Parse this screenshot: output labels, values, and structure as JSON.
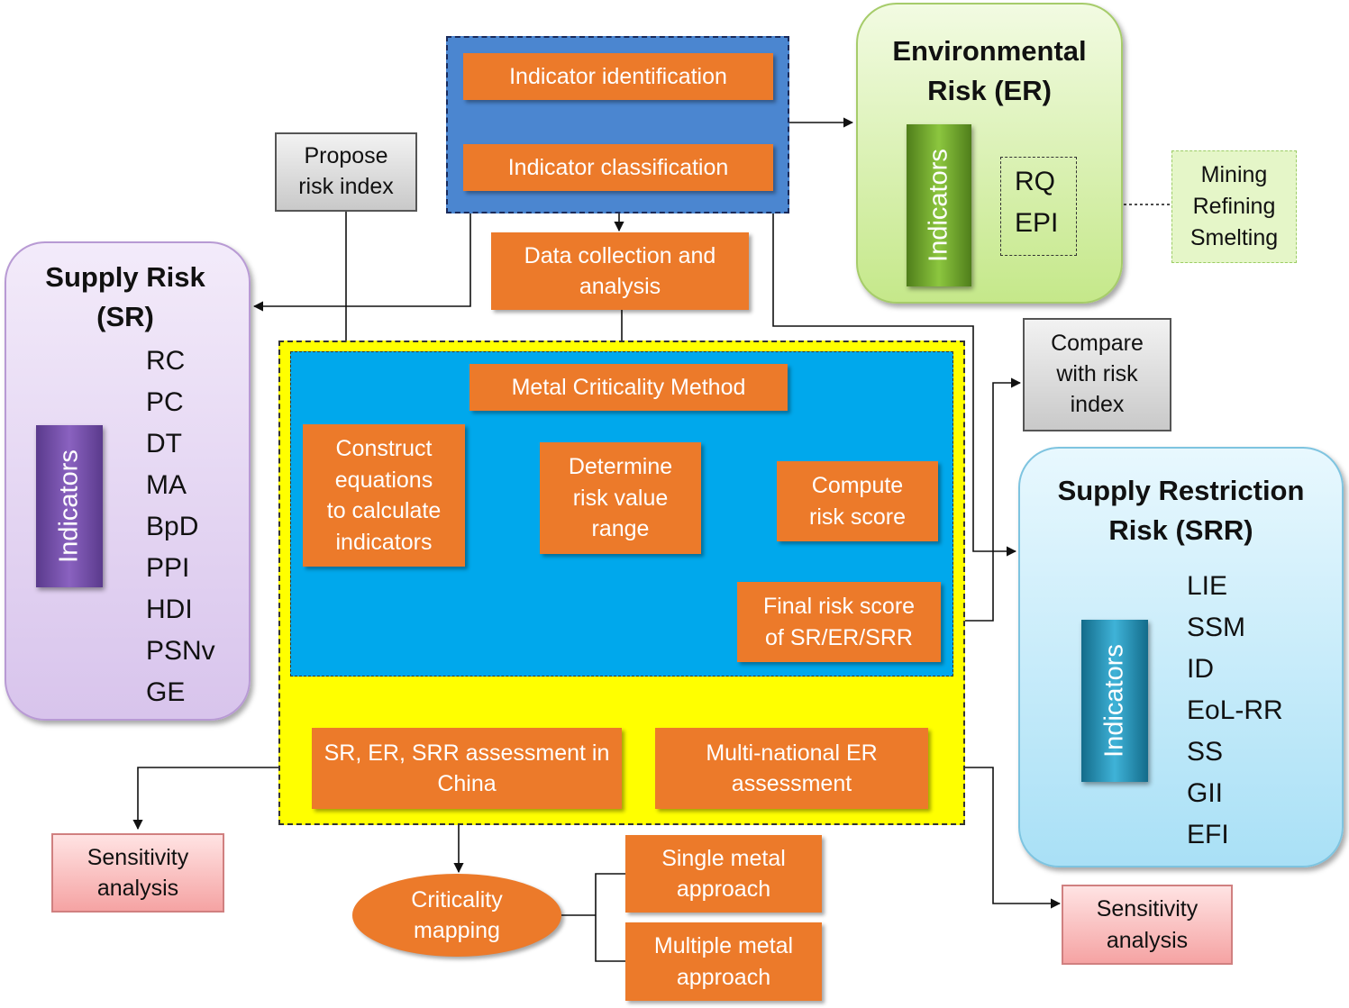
{
  "process": {
    "indicator_identification": "Indicator identification",
    "indicator_classification": "Indicator classification",
    "data_collection": "Data collection and\nanalysis",
    "metal_criticality_method": "Metal Criticality Method",
    "construct_equations": "Construct\nequations\nto calculate\nindicators",
    "determine_range": "Determine\nrisk value\nrange",
    "compute_score": "Compute\nrisk score",
    "final_score": "Final risk score\nof SR/ER/SRR",
    "assessment_china": "SR, ER, SRR assessment in\nChina",
    "multinational": "Multi-national ER\nassessment",
    "criticality_mapping": "Criticality\nmapping",
    "single_metal": "Single metal\napproach",
    "multiple_metal": "Multiple metal\napproach"
  },
  "side_boxes": {
    "propose_risk_index": "Propose\nrisk index",
    "compare_risk_index": "Compare\nwith risk\nindex",
    "sensitivity_left": "Sensitivity\nanalysis",
    "sensitivity_right": "Sensitivity\nanalysis"
  },
  "supply_risk": {
    "title": "Supply Risk\n(SR)",
    "bar_label": "Indicators",
    "indicators": [
      "RC",
      "PC",
      "DT",
      "MA",
      "BpD",
      "PPI",
      "HDI",
      "PSNv",
      "GE"
    ]
  },
  "environmental_risk": {
    "title": "Environmental\nRisk (ER)",
    "bar_label": "Indicators",
    "indicators": [
      "RQ",
      "EPI"
    ],
    "stages": "Mining\nRefining\nSmelting"
  },
  "supply_restriction_risk": {
    "title": "Supply Restriction\nRisk (SRR)",
    "bar_label": "Indicators",
    "indicators": [
      "LIE",
      "SSM",
      "ID",
      "EoL-RR",
      "SS",
      "GII",
      "EFI"
    ]
  },
  "colors": {
    "orange": "#ec7a2a",
    "top_group": "#4b86d0",
    "yellow_frame": "#ffff00",
    "method_panel": "#00a8ec",
    "sr_panel": "#e8daf4",
    "er_panel": "#d6f0a6",
    "srr_panel": "#c9ecfa"
  }
}
